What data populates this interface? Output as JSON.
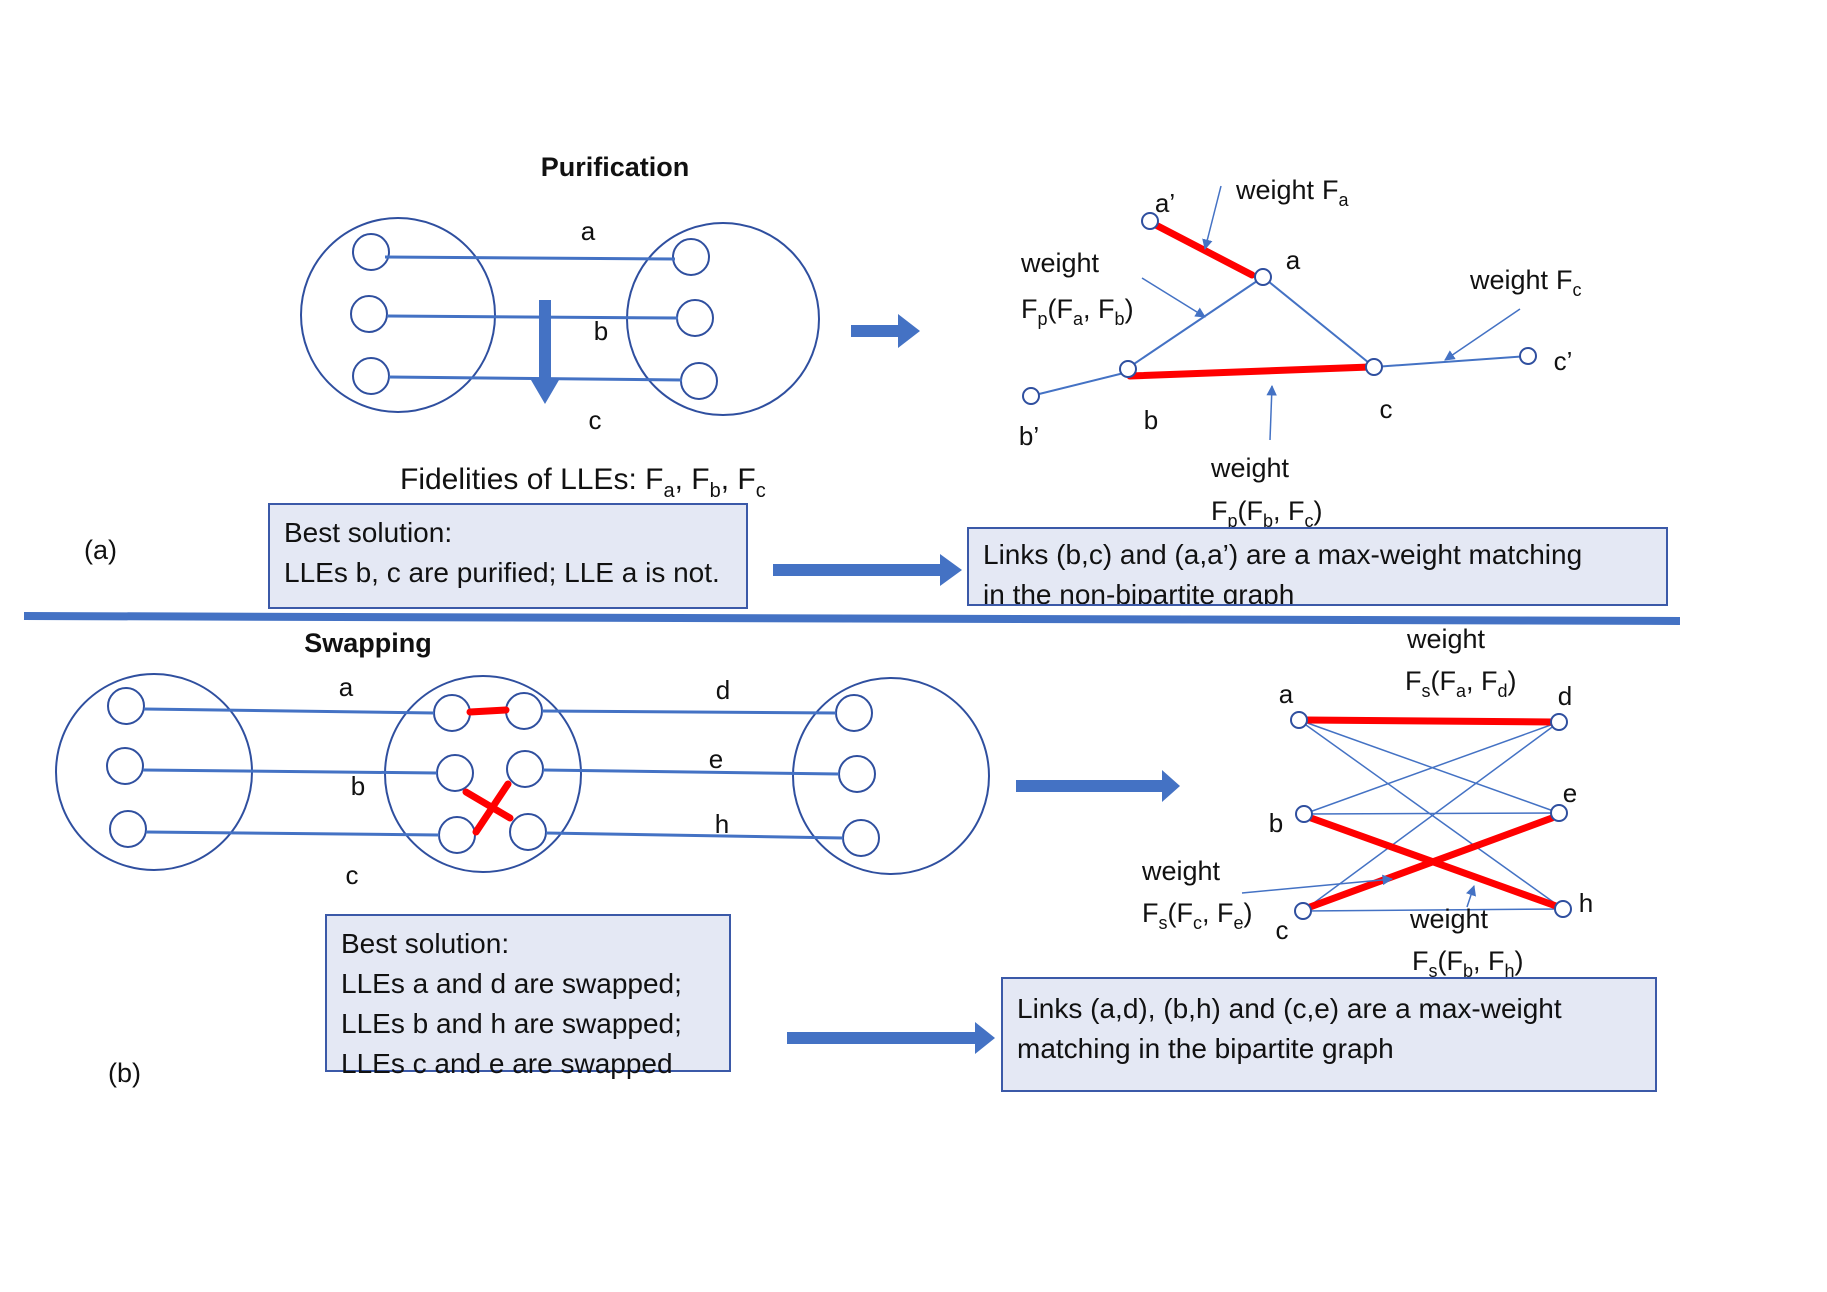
{
  "panel_a": {
    "title": "Purification",
    "panel_label": "(a)",
    "lle_labels": [
      "a",
      "b",
      "c"
    ],
    "fidelities_caption": {
      "prefix": "Fidelities of LLEs: ",
      "F": "F",
      "a": "a",
      "b": "b",
      "c": "c",
      "sep": ", "
    },
    "graph": {
      "nodes": [
        "a’",
        "a",
        "b",
        "b’",
        "c",
        "c’"
      ],
      "weight_word": "weight",
      "F": "F",
      "sub_a": "a",
      "sub_b": "b",
      "sub_c": "c",
      "sub_p": "p",
      "open": "(",
      "comma": ", ",
      "close": ")"
    },
    "best_solution": [
      "Best solution:",
      "LLEs b, c are purified; LLE a is not."
    ],
    "matching_text": [
      "Links (b,c) and (a,a’) are a max-weight matching",
      "in the non-bipartite graph"
    ]
  },
  "panel_b": {
    "title": "Swapping",
    "panel_label": "(b)",
    "left_labels": [
      "a",
      "b",
      "c"
    ],
    "right_labels": [
      "d",
      "e",
      "h"
    ],
    "graph": {
      "left_nodes": [
        "a",
        "b",
        "c"
      ],
      "right_nodes": [
        "d",
        "e",
        "h"
      ],
      "weight_word": "weight",
      "F": "F",
      "sub_s": "s",
      "sub_a": "a",
      "sub_d": "d",
      "sub_c": "c",
      "sub_e": "e",
      "sub_b": "b",
      "sub_h": "h",
      "open": "(",
      "comma": ", ",
      "close": ")"
    },
    "best_solution": [
      "Best solution:",
      "LLEs a and d are swapped;",
      "LLEs b and h are swapped;",
      "LLEs c and e are swapped"
    ],
    "matching_text": [
      "Links (a,d), (b,h) and (c,e)  are a max-weight",
      "matching in the bipartite graph"
    ]
  },
  "colors": {
    "blue": "#4472c4",
    "dark_blue": "#2f4f9f",
    "red": "#ff0000",
    "box_fill": "#e4e8f4"
  }
}
